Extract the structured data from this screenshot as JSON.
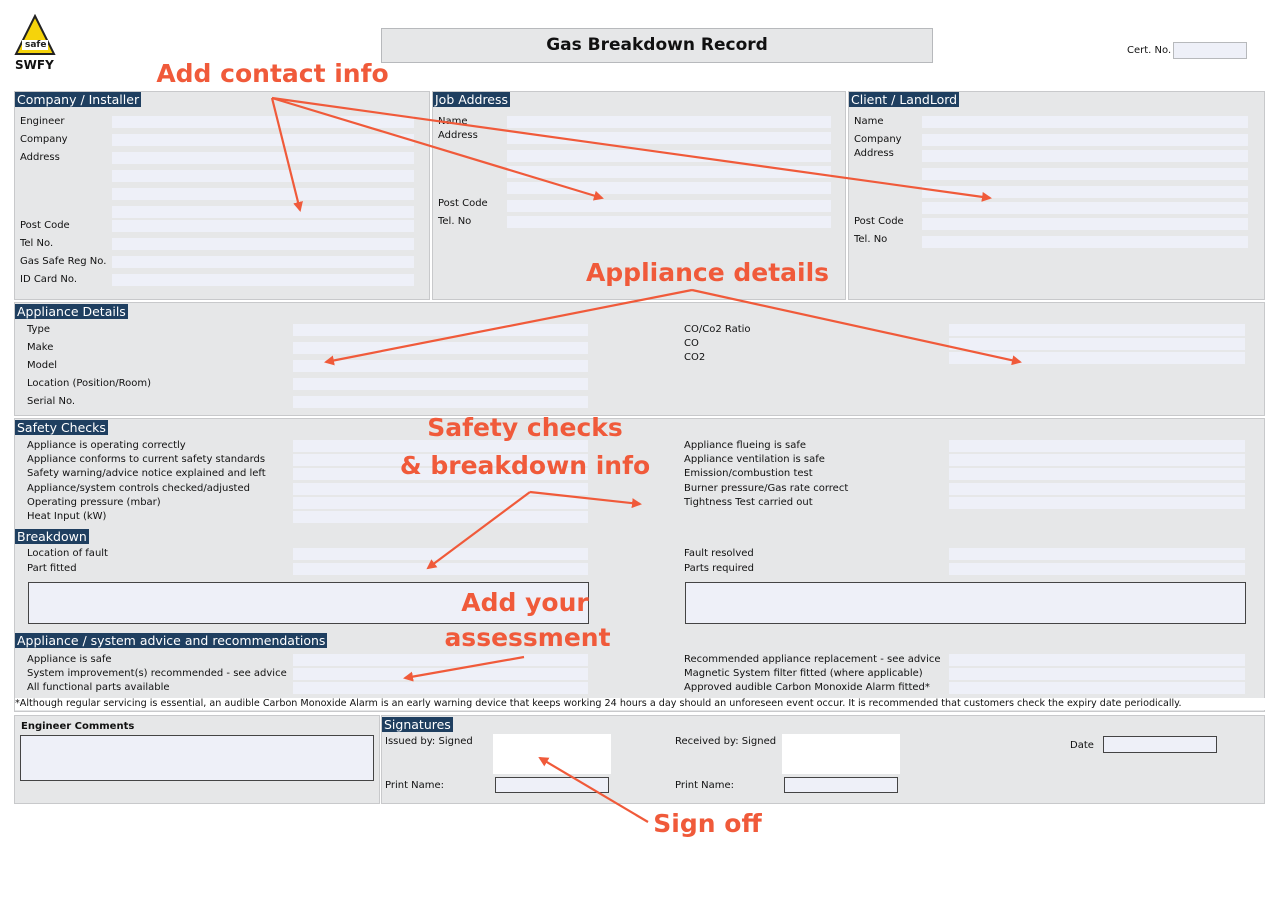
{
  "logo": {
    "badge_text": "safe",
    "brand": "SWFY"
  },
  "title": "Gas Breakdown Record",
  "cert": {
    "label": "Cert. No."
  },
  "company": {
    "header": "Company / Installer",
    "labels": [
      "Engineer",
      "Company",
      "Address",
      "Post Code",
      "Tel No.",
      "Gas Safe Reg No.",
      "ID Card No."
    ]
  },
  "job": {
    "header": "Job Address",
    "labels": [
      "Name",
      "Address",
      "Post Code",
      "Tel. No"
    ]
  },
  "client": {
    "header": "Client / LandLord",
    "labels": [
      "Name",
      "Company",
      "Address",
      "Post Code",
      "Tel. No"
    ]
  },
  "appliance": {
    "header": "Appliance Details",
    "left_labels": [
      "Type",
      "Make",
      "Model",
      "Location (Position/Room)",
      "Serial No."
    ],
    "right_labels": [
      "CO/Co2 Ratio",
      "CO",
      "CO2"
    ]
  },
  "safety": {
    "header": "Safety Checks",
    "left_labels": [
      "Appliance is operating correctly",
      "Appliance conforms to current safety standards",
      "Safety warning/advice notice explained and left",
      "Appliance/system controls checked/adjusted",
      "Operating pressure (mbar)",
      "Heat Input (kW)"
    ],
    "right_labels": [
      "Appliance flueing is safe",
      "Appliance ventilation is safe",
      "Emission/combustion test",
      "Burner pressure/Gas rate correct",
      "Tightness Test carried out"
    ]
  },
  "breakdown": {
    "header": "Breakdown",
    "left_labels": [
      "Location of fault",
      "Part fitted"
    ],
    "right_labels": [
      "Fault resolved",
      "Parts required"
    ]
  },
  "advice": {
    "header": "Appliance / system advice and recommendations",
    "left_labels": [
      "Appliance is safe",
      "System improvement(s) recommended - see advice",
      "All functional parts available"
    ],
    "right_labels": [
      "Recommended appliance replacement - see advice",
      "Magnetic System filter fitted (where applicable)",
      "Approved audible Carbon Monoxide Alarm fitted*"
    ]
  },
  "footnote": "*Although regular servicing is essential, an audible Carbon Monoxide Alarm is an early warning device that keeps working 24 hours a day should an unforeseen event occur. It is recommended that customers check the expiry date periodically.",
  "comments": {
    "header": "Engineer Comments"
  },
  "signatures": {
    "header": "Signatures",
    "issued": "Issued by: Signed",
    "received": "Received by: Signed",
    "print1": "Print Name:",
    "print2": "Print Name:",
    "date": "Date"
  },
  "annotations": {
    "contact": "Add contact info",
    "appliance": "Appliance details",
    "safety_1": "Safety checks",
    "safety_2": "& breakdown info",
    "assessment_1": "Add your",
    "assessment_2": "assessment",
    "signoff": "Sign off",
    "color": "#f05a3a"
  }
}
